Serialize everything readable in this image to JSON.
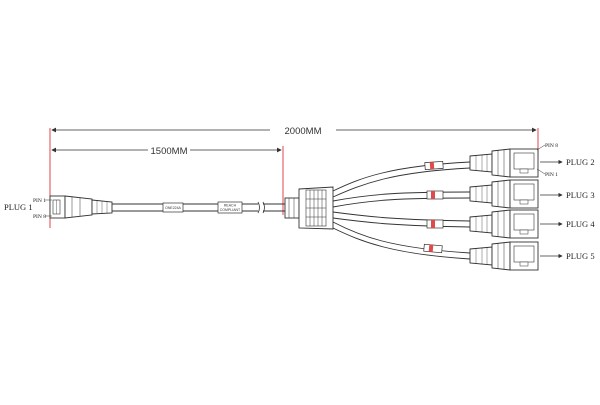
{
  "dimensions": {
    "overall": "2000MM",
    "breakout": "1500MM"
  },
  "plugs": {
    "plug1": "PLUG 1",
    "plug2": "PLUG 2",
    "plug3": "PLUG 3",
    "plug4": "PLUG 4",
    "plug5": "PLUG 5"
  },
  "pins": {
    "left_top": "PIN 1",
    "left_bottom": "PIN 8",
    "right_top": "PIN 8",
    "right_bottom": "PIN 1"
  },
  "cable_tags": {
    "tag1": "ONE224A",
    "tag2_line1": "REACH",
    "tag2_line2": "COMPLIANT"
  },
  "colors": {
    "dimension_line": "#e0303a",
    "outline": "#333333",
    "marker_sleeve": "#e04a4a"
  }
}
